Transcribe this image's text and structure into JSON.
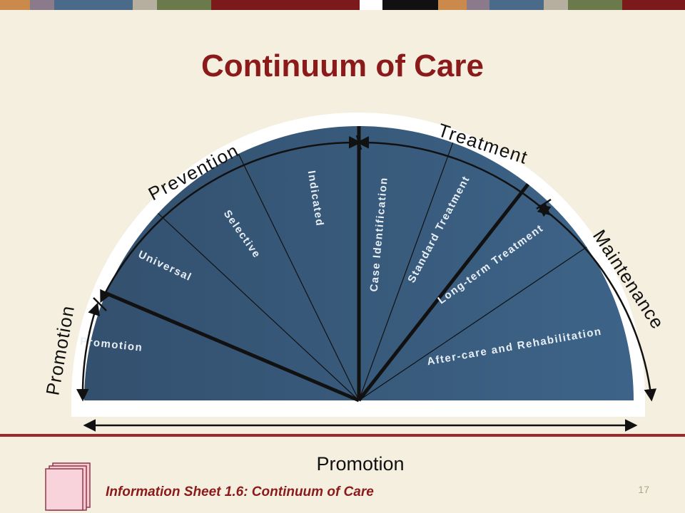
{
  "header": {
    "band_colors": [
      "#c98a4b",
      "#8a7a8a",
      "#4a6a8a",
      "#b6ae9e",
      "#6a7a4a",
      "#7a1a1a",
      "#ffffff",
      "#111111",
      "#c98a4b",
      "#8a7a8a",
      "#4a6a8a",
      "#b6ae9e",
      "#6a7a4a",
      "#7a1a1a"
    ]
  },
  "slide": {
    "title": "Continuum of Care"
  },
  "diagram": {
    "segments": [
      "Promotion",
      "Universal",
      "Selective",
      "Indicated",
      "Case Identification",
      "Standard Treatment",
      "Long-term Treatment",
      "After-care and Rehabilitation"
    ],
    "arc_labels": {
      "promotion_left": "Promotion",
      "prevention": "Prevention",
      "treatment": "Treatment",
      "maintenance": "Maintenance"
    },
    "bottom_label": "Promotion",
    "colors": {
      "fan_left": "#33506e",
      "fan_right": "#3d6488",
      "divider": "#111111",
      "arrow": "#111111"
    }
  },
  "footer": {
    "caption": "Information Sheet 1.6: Continuum of Care",
    "page_number": "17",
    "icon": "document-stack-icon",
    "rule_color": "#9c2a2a"
  }
}
